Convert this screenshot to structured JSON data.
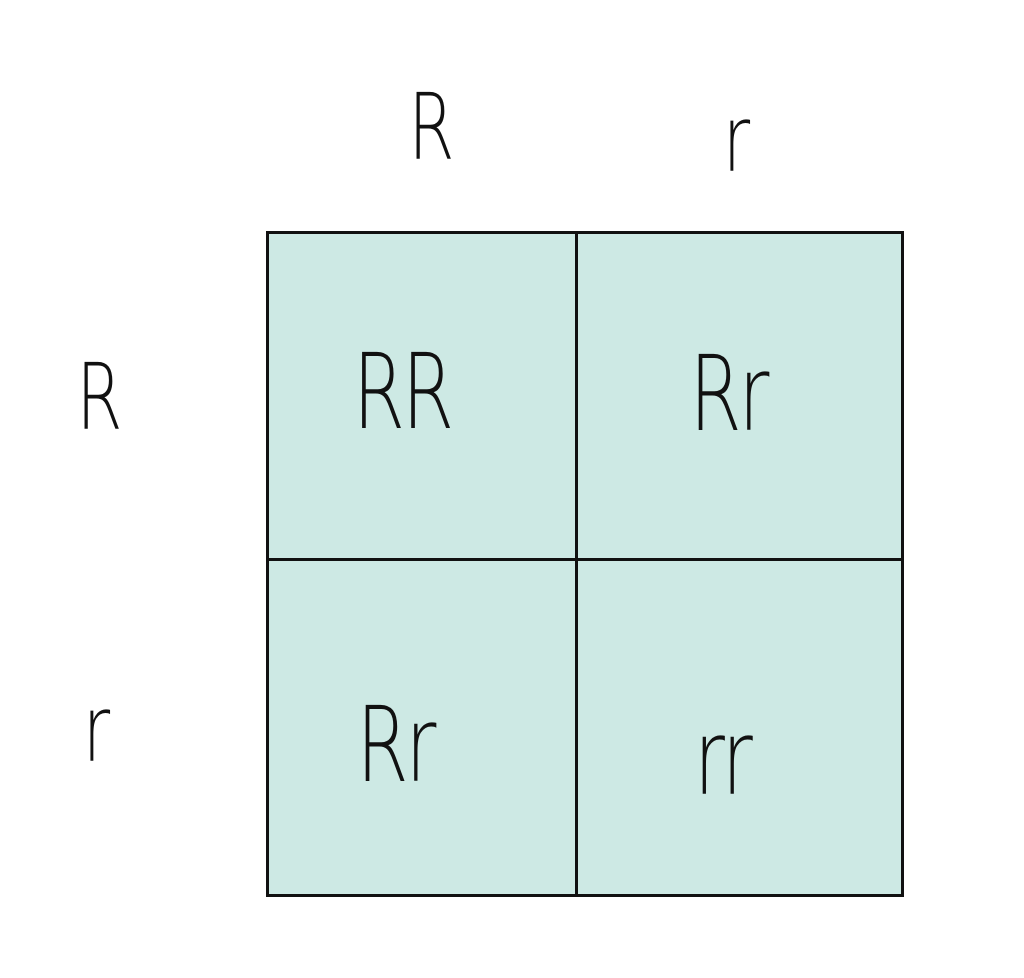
{
  "columns": [
    "R",
    "r"
  ],
  "rows": [
    "R",
    "r"
  ],
  "cells": [
    [
      "RR",
      "Rr"
    ],
    [
      "Rr",
      "rr"
    ]
  ],
  "colors": {
    "cell_fill": "#cde9e4",
    "line": "#111111",
    "text": "#111111"
  }
}
